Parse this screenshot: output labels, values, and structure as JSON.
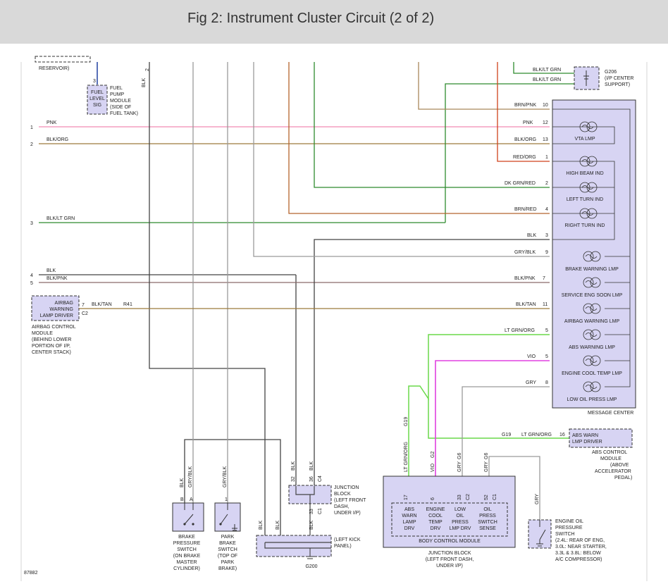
{
  "title": "Fig 2: Instrument Cluster Circuit (2 of 2)",
  "figure_number": "87882",
  "colors": {
    "pink": "#f28ab2",
    "tan": "#9c7a3c",
    "green": "#2e8b2e",
    "red": "#d0421b",
    "gray": "#9a9a9a",
    "dark": "#444444",
    "brown_pink": "#a9875a",
    "lime": "#6ad94a",
    "violet": "#e040e0",
    "blue": "#2040a0",
    "box_fill": "#d7d4f3"
  },
  "top_left": {
    "reservoir_label": "RESERVOIR)",
    "blk_vertical": "BLK",
    "pin_2": "2",
    "pin_3": "3"
  },
  "fuel_module": {
    "inner_label": [
      "FUEL",
      "LEVEL",
      "SIG"
    ],
    "desc": [
      "FUEL",
      "PUMP",
      "MODULE",
      "(SIDE OF",
      "FUEL TANK)"
    ]
  },
  "wires": [
    {
      "num": "1",
      "label": "PNK",
      "right_label": "PNK",
      "pin": "12"
    },
    {
      "num": "2",
      "label": "BLK/ORG",
      "right_label": "BLK/ORG",
      "pin": "13"
    },
    {
      "num": "3",
      "label": "BLK/LT GRN"
    },
    {
      "num": "4",
      "label": "BLK"
    },
    {
      "num": "5",
      "label": "BLK/PNK",
      "right_label": "BLK/PNK",
      "pin": "7"
    }
  ],
  "g206": {
    "top_wire_1": "BLK/LT GRN",
    "top_wire_2": "BLK/LT GRN",
    "label": [
      "G206",
      "(I/P CENTER",
      "SUPPORT)"
    ]
  },
  "message_center": {
    "label": "MESSAGE CENTER",
    "inputs": [
      {
        "wire": "BRN/PNK",
        "pin": "10"
      },
      {
        "wire": "PNK",
        "pin": "12"
      },
      {
        "wire": "BLK/ORG",
        "pin": "13"
      },
      {
        "wire": "RED/ORG",
        "pin": "1"
      },
      {
        "wire": "DK GRN/RED",
        "pin": "2"
      },
      {
        "wire": "BRN/RED",
        "pin": "4"
      },
      {
        "wire": "BLK",
        "pin": "3"
      },
      {
        "wire": "GRY/BLK",
        "pin": "9"
      },
      {
        "wire": "BLK/PNK",
        "pin": "7"
      },
      {
        "wire": "BLK/TAN",
        "pin": "11"
      },
      {
        "wire": "LT GRN/ORG",
        "pin": "5"
      },
      {
        "wire": "VIO",
        "pin": "5"
      },
      {
        "wire": "GRY",
        "pin": "8"
      }
    ],
    "lamps": [
      "VTA LMP",
      "HIGH BEAM IND",
      "LEFT TURN IND",
      "RIGHT TURN IND",
      "BRAKE WARNING LMP",
      "SERVICE ENG SOON LMP",
      "AIRBAG WARNING LMP",
      "ABS WARNING LMP",
      "ENGINE COOL TEMP LMP",
      "LOW OIL PRESS LMP"
    ]
  },
  "airbag": {
    "inner_label": [
      "AIRBAG",
      "WARNING",
      "LAMP DRIVER"
    ],
    "pin": "7",
    "connector": "C2",
    "wire": "BLK/TAN",
    "circuit": "R41",
    "desc": [
      "AIRBAG CONTROL",
      "MODULE",
      "(BEHIND LOWER",
      "PORTION OF I/P,",
      "CENTER STACK)"
    ]
  },
  "abs_module": {
    "inner_label": [
      "ABS WARN",
      "LMP DRIVER"
    ],
    "pin": "16",
    "wire": "LT GRN/ORG",
    "circuit": "G19",
    "desc": [
      "ABS CONTROL",
      "MODULE",
      "(ABOVE",
      "ACCELERATOR",
      "PEDAL)"
    ]
  },
  "bcm": {
    "label": "BODY CONTROL MODULE",
    "block_label": [
      "JUNCTION BLOCK",
      "(LEFT FRONT DASH,",
      "UNDER I/P)"
    ],
    "cells": [
      {
        "lines": [
          "ABS",
          "WARN",
          "LAMP",
          "DRV"
        ],
        "pin": "17"
      },
      {
        "lines": [
          "ENGINE",
          "COOL",
          "TEMP",
          "DRV"
        ],
        "pin": "6"
      },
      {
        "lines": [
          "LOW",
          "OIL",
          "PRESS",
          "LMP DRV"
        ],
        "pin": "33"
      },
      {
        "lines": [
          "OIL",
          "PRESS",
          "SWITCH",
          "SENSE"
        ],
        "pin": "52"
      }
    ],
    "connectors": [
      "C2",
      "C1"
    ],
    "wire_labels": [
      "G19",
      "LT GRN/ORG",
      "VIO",
      "G2",
      "GRY",
      "G6",
      "GRY",
      "G6"
    ]
  },
  "junction_block": {
    "label": [
      "JUNCTION",
      "BLOCK",
      "(LEFT FRONT",
      "DASH,",
      "UNDER I/P)"
    ],
    "pins": [
      "32",
      "36",
      "33"
    ],
    "connectors": [
      "C4",
      "C1"
    ],
    "wires": [
      "BLK",
      "BLK",
      "BLK"
    ]
  },
  "g200": {
    "label": "G200",
    "desc": [
      "(LEFT KICK",
      "PANEL)"
    ],
    "wires": [
      "BLK",
      "BLK"
    ]
  },
  "brake_switch": {
    "pins": [
      "B",
      "A"
    ],
    "wires": [
      "BLK",
      "GRY/BLK"
    ],
    "desc": [
      "BRAKE",
      "PRESSURE",
      "SWITCH",
      "(ON BRAKE",
      "MASTER",
      "CYLINDER)"
    ]
  },
  "park_switch": {
    "pin": "1",
    "wire": "GRY/BLK",
    "desc": [
      "PARK",
      "BRAKE",
      "SWITCH",
      "(TOP OF",
      "PARK",
      "BRAKE)"
    ]
  },
  "oil_switch": {
    "wire": "GRY",
    "desc": [
      "ENGINE OIL",
      "PRESSURE",
      "SWITCH",
      "(2.4L: REAR OF ENG,",
      "3.0L: NEAR STARTER,",
      "3.3L & 3.8L: BELOW",
      "A/C COMPRESSOR)"
    ]
  }
}
